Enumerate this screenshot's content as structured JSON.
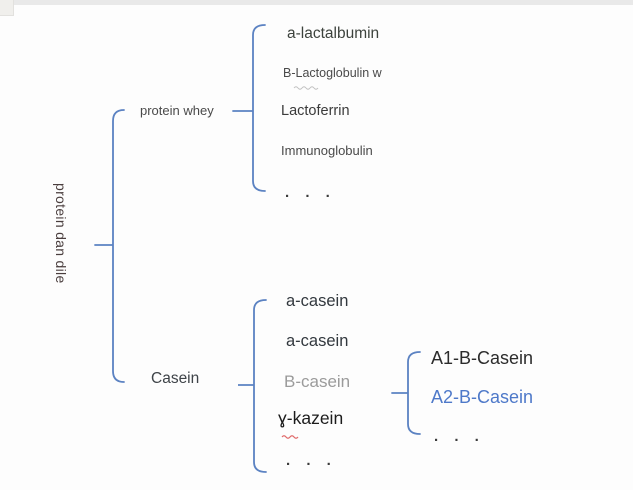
{
  "root_label": "protein dan dile",
  "branches": {
    "whey": {
      "label": "protein whey",
      "children": [
        "a-lactalbumin",
        "B-Lactoglobulin w",
        "Lactoferrin",
        "Immunoglobulin",
        ". . ."
      ]
    },
    "casein": {
      "label": "Casein",
      "children": [
        "a-casein",
        "a-casein",
        "B-casein",
        "ɣ-kazein",
        ". . ."
      ]
    },
    "bcasein_variants": {
      "children": [
        "A1-B-Casein",
        "A2-B-Casein",
        ". . ."
      ]
    }
  },
  "colors": {
    "bracket_blue": "#5b82c2",
    "variant_highlight_blue": "#4e79c9",
    "muted_gray_text": "#9b9b9b",
    "dark_text": "#3b3f41",
    "spellcheck_red": "#e06a6a",
    "smudge_gray": "#bfbfbf"
  }
}
